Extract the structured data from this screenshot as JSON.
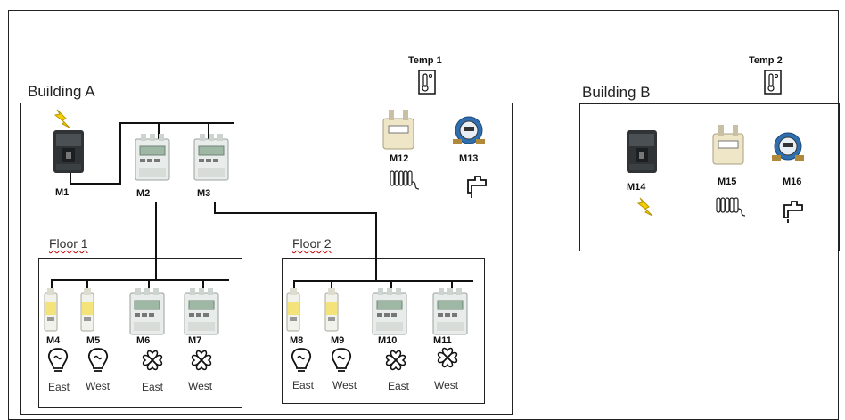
{
  "buildings": {
    "a": {
      "title": "Building A"
    },
    "b": {
      "title": "Building B"
    }
  },
  "floors": {
    "floor1": {
      "title": "Floor 1"
    },
    "floor2": {
      "title": "Floor 2"
    }
  },
  "temps": {
    "t1": {
      "label": "Temp 1",
      "icon": "thermometer-icon"
    },
    "t2": {
      "label": "Temp 2",
      "icon": "thermometer-icon"
    }
  },
  "meters": {
    "m1": "M1",
    "m2": "M2",
    "m3": "M3",
    "m4": "M4",
    "m5": "M5",
    "m6": "M6",
    "m7": "M7",
    "m8": "M8",
    "m9": "M9",
    "m10": "M10",
    "m11": "M11",
    "m12": "M12",
    "m13": "M13",
    "m14": "M14",
    "m15": "M15",
    "m16": "M16"
  },
  "directions": {
    "m4": "East",
    "m5": "West",
    "m6": "East",
    "m7": "West",
    "m8": "East",
    "m9": "West",
    "m10": "East",
    "m11": "West"
  },
  "colors": {
    "line": "#111111",
    "lightning": "#f5d000",
    "breaker": "#2f3336",
    "meter_body": "#e8ecea",
    "meter_screen": "#9fb7a5",
    "modular_yellow": "#f4e27a",
    "water_blue": "#2f6fb0",
    "gas_meter": "#efe6c8"
  }
}
